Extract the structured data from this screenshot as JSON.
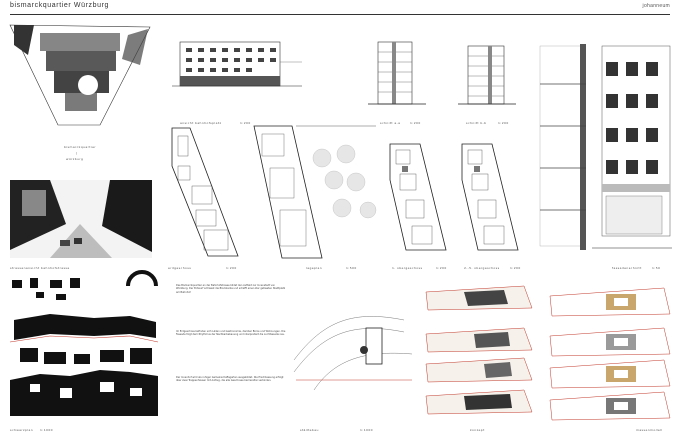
{
  "header": {
    "title": "bismarckquartier   Würzburg",
    "author": "johanneum"
  },
  "captions": {
    "sketch_vertical": [
      "bismarckquartier",
      "|",
      "würzburg"
    ],
    "street": "strassenansicht   bahnhofstrasse",
    "elevation_top": "ansicht bahnhofsplatz",
    "section_a": "schnitt a-a",
    "section_b": "schnitt b-b",
    "ground_plan": "erdgeschoss",
    "site_plan": "lageplan",
    "upper_floor_1": "1. obergeschoss",
    "upper_floor_2": "2.-5. obergeschoss",
    "facade_detail": "fassadenschnitt",
    "figure_ground": "schwarzplan",
    "context_plan": "städtebau",
    "concept": "konzept",
    "massing": "massenmodell"
  },
  "scales": {
    "s200": "1:200",
    "s500": "1:500",
    "s1000": "1:1000",
    "s50": "1:50"
  },
  "text": {
    "paragraphs": [
      "Das Bismarckquartier an der Bahnhofstrasse bildet den Auftakt zur Innenstadt von Würzburg. Der Entwurf schliesst die Blockkante und schafft einen klar gefassten Stadtplatz am Bahnhof.",
      "Im Erdgeschoss befinden sich Läden und Gastronomie, darüber Büros und Wohnungen. Die Fassade folgt dem Rhythmus der Nachbarbebauung und interpretiert die Lochfassade neu.",
      "Der Innenhof wird als ruhiger Gemeinschaftsgarten ausgebildet. Die Erschliessung erfolgt über zwei Treppenhäuser mit Aufzug, die alle Geschosse barrierefrei verbinden."
    ]
  },
  "colors": {
    "ink": "#222222",
    "red_line": "#c0392b",
    "wood": "#c9a66b",
    "grey": "#9a9a9a"
  }
}
